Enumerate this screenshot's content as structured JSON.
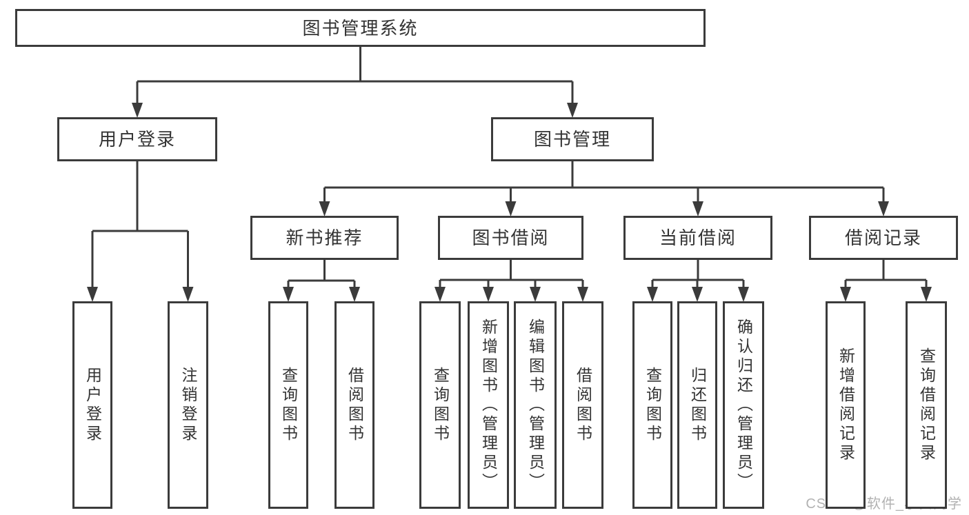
{
  "diagram": {
    "type": "tree",
    "title": "图书管理系统",
    "nodes": {
      "root": "图书管理系统",
      "user_login": "用户登录",
      "book_mgmt": "图书管理",
      "new_book_rec": "新书推荐",
      "book_borrow": "图书借阅",
      "current_borrow": "当前借阅",
      "borrow_records": "借阅记录",
      "leaf_user_login": "用户登录",
      "leaf_logout": "注销登录",
      "leaf_query_book_rec": "查询图书",
      "leaf_borrow_book_rec": "借阅图书",
      "leaf_query_book_borrow": "查询图书",
      "leaf_add_book": "新增图书（管理员）",
      "leaf_edit_book": "编辑图书（管理员）",
      "leaf_borrow_book_borrow": "借阅图书",
      "leaf_query_book_current": "查询图书",
      "leaf_return_book": "归还图书",
      "leaf_confirm_return": "确认归还（管理员）",
      "leaf_add_borrow_record": "新增借阅记录",
      "leaf_query_borrow_record": "查询借阅记录"
    },
    "edges": [
      [
        "root",
        [
          "user_login",
          "book_mgmt"
        ]
      ],
      [
        "user_login",
        [
          "leaf_user_login",
          "leaf_logout"
        ]
      ],
      [
        "book_mgmt",
        [
          "new_book_rec",
          "book_borrow",
          "current_borrow",
          "borrow_records"
        ]
      ],
      [
        "new_book_rec",
        [
          "leaf_query_book_rec",
          "leaf_borrow_book_rec"
        ]
      ],
      [
        "book_borrow",
        [
          "leaf_query_book_borrow",
          "leaf_add_book",
          "leaf_edit_book",
          "leaf_borrow_book_borrow"
        ]
      ],
      [
        "current_borrow",
        [
          "leaf_query_book_current",
          "leaf_return_book",
          "leaf_confirm_return"
        ]
      ],
      [
        "borrow_records",
        [
          "leaf_add_borrow_record",
          "leaf_query_borrow_record"
        ]
      ]
    ],
    "colors": {
      "line": "#3b3b3b",
      "box_border": "#3b3b3b",
      "box_fill": "#ffffff",
      "text": "#333333",
      "watermark": "#b2b2b2"
    }
  },
  "watermark": {
    "text": "CSDN @软件_小贺同学"
  }
}
